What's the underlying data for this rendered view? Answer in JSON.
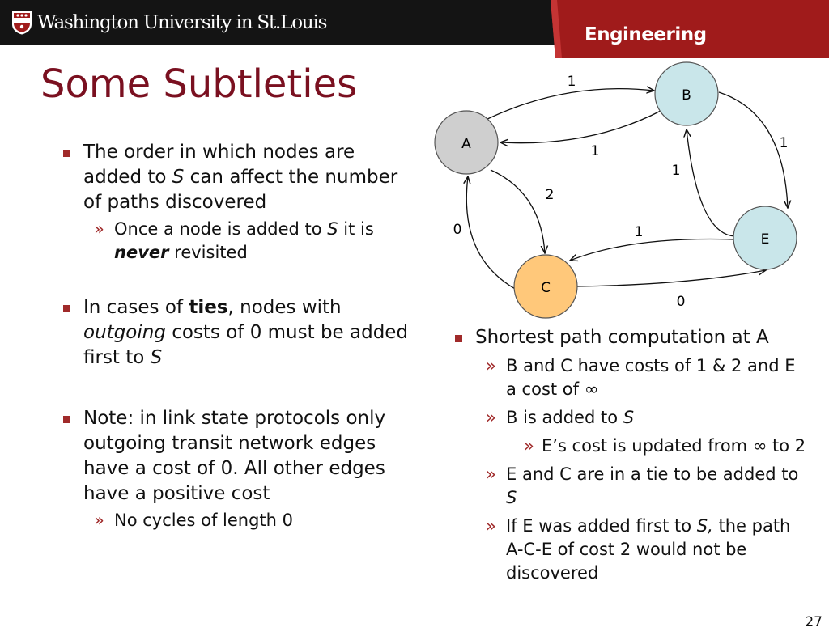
{
  "header": {
    "university": "Washington University in St.Louis",
    "school": "Engineering",
    "colors": {
      "bar": "#141414",
      "band": "#a01b1b",
      "title": "#7a1020"
    }
  },
  "title": "Some Subtleties",
  "left_column": {
    "bullet1": {
      "pre": "The order in which nodes are added to ",
      "s": "S",
      "post": " can affect the number of paths discovered",
      "sub1": {
        "pre": "Once a node is added to ",
        "s": "S",
        "mid": " it is ",
        "never": "never",
        "post": " revisited"
      }
    },
    "bullet2": {
      "pre": "In cases of ",
      "ties": "ties",
      "mid": ", nodes with ",
      "outgoing": "outgoing",
      "post": " costs of 0 must be added first to ",
      "s": "S"
    },
    "bullet3": {
      "text": "Note: in link state protocols only outgoing transit network edges have a cost of 0.  All other edges have a positive cost",
      "sub1": "No cycles of length 0"
    }
  },
  "right_column": {
    "bullet": "Shortest path computation at A",
    "sub1": {
      "text": "B and C have costs of 1 & 2 and E a cost of ",
      "infinity": "∞"
    },
    "sub2": {
      "pre": "B is added to ",
      "s": "S"
    },
    "sub2a": {
      "pre": "E’s cost is updated from ",
      "infinity": "∞",
      "post": " to 2"
    },
    "sub3": {
      "pre": "E and C are in a tie to be added to ",
      "s": "S"
    },
    "sub4": {
      "pre": "If E was added first to ",
      "s": "S,",
      "post": " the path A-C-E of cost 2 would not be discovered"
    }
  },
  "diagram": {
    "nodes": [
      {
        "label": "A",
        "color": "#cfcfcf"
      },
      {
        "label": "B",
        "color": "#c9e6ea"
      },
      {
        "label": "C",
        "color": "#ffc87a"
      },
      {
        "label": "E",
        "color": "#c9e6ea"
      }
    ],
    "edges": [
      {
        "from": "A",
        "to": "B",
        "cost": "1"
      },
      {
        "from": "B",
        "to": "A",
        "cost": "1"
      },
      {
        "from": "B",
        "to": "E",
        "cost": "1"
      },
      {
        "from": "E",
        "to": "B",
        "cost": "1"
      },
      {
        "from": "A",
        "to": "C",
        "cost": "2"
      },
      {
        "from": "C",
        "to": "A",
        "cost": "0"
      },
      {
        "from": "E",
        "to": "C",
        "cost": "1"
      },
      {
        "from": "C",
        "to": "E",
        "cost": "0"
      }
    ]
  },
  "bullet_marker": "»",
  "page_number": "27"
}
